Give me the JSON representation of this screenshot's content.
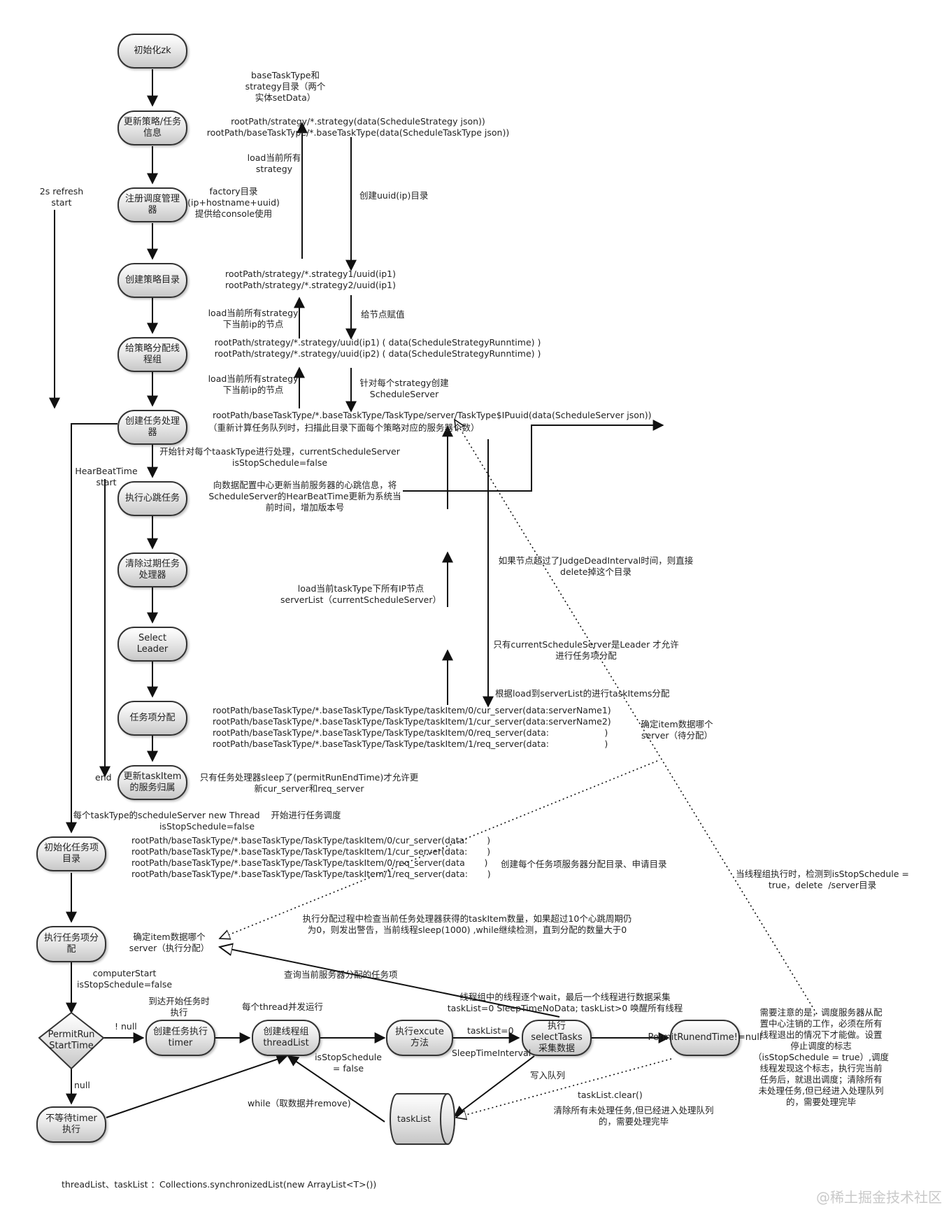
{
  "nodes": {
    "init_zk": "初始化zk",
    "update_strategy": "更新策略/任务信息",
    "register_manager": "注册调度管理器",
    "create_strategy_dir": "创建策略目录",
    "assign_thread_group": "给策略分配线程组",
    "create_task_processor": "创建任务处理器",
    "heartbeat": "执行心跳任务",
    "clear_expired": "清除过期任务处理器",
    "select_leader": "Select Leader",
    "task_item_assign": "任务项分配",
    "update_task_item": "更新taskItem的服务归属",
    "init_task_item_dir": "初始化任务项目录",
    "exec_task_item_assign": "执行任务项分配",
    "permit_run_start": "PermitRun StartTime",
    "create_task_timer": "创建任务执行timer",
    "create_thread_group": "创建线程组 threadList",
    "exec_method": "执行excute方法",
    "exec_select_tasks": "执行 selectTasks 采集数据",
    "permit_run_end": "PermitRunendTime!=null",
    "no_wait_timer": "不等待timer执行",
    "task_list": "taskList"
  },
  "labels": {
    "refresh_2s": "2s refresh\nstart",
    "base_task_type_note": "baseTaskType和\nstrategy目录（两个\n实体setData）",
    "strategy_paths": "rootPath/strategy/*.strategy(data(ScheduleStrategy json))\nrootPath/baseTaskType/*.baseTaskType(data(ScheduleTaskType json))",
    "load_all_strategy": "load当前所有\nstrategy",
    "create_uuid_dir": "创建uuid(ip)目录",
    "factory_dir": "factory目录\n(ip+hostname+uuid)\n提供给console使用",
    "uuid_paths": "rootPath/strategy/*.strategy1/uuid(ip1)\nrootPath/strategy/*.strategy2/uuid(ip1)",
    "load_ip_nodes_1": "load当前所有strategy\n下当前ip的节点",
    "assign_node_value": "给节点赋值",
    "runntime_paths": "rootPath/strategy/*.strategy/uuid(ip1) ( data(ScheduleStrategyRunntime) )\nrootPath/strategy/*.strategy/uuid(ip2) ( data(ScheduleStrategyRunntime) )",
    "load_ip_nodes_2": "load当前所有strategy\n下当前ip的节点",
    "create_schedule_server": "针对每个strategy创建\nScheduleServer",
    "server_path": "rootPath/baseTaskType/*.baseTaskType/TaskType/server/TaskType$IPuuid(data(ScheduleServer json))",
    "recount_note": "（重新计算任务队列时，扫描此目录下面每个策略对应的服务器个数）",
    "start_each_type": "开始针对每个taaskType进行处理，currentScheduleServer\nisStopSchedule=false",
    "heartbeat_start": "HearBeatTime\nstart",
    "heartbeat_note": "向数据配置中心更新当前服务器的心跳信息，将\nScheduleServer的HearBeatTime更新为系统当\n前时间，增加版本号",
    "judge_dead": "如果节点超过了JudgeDeadInterval时间，则直接\ndelete掉这个目录",
    "load_ip_list": "load当前taskType下所有IP节点\nserverList（currentScheduleServer）",
    "only_leader": "只有currentScheduleServer是Leader 才允许\n进行任务项分配",
    "assign_by_server_list": "根据load到serverList的进行taskItems分配",
    "task_item_paths": "rootPath/baseTaskType/*.baseTaskType/TaskType/taskItem/0/cur_server(data:serverName1)\nrootPath/baseTaskType/*.baseTaskType/TaskType/taskItem/1/cur_server(data:serverName2)\nrootPath/baseTaskType/*.baseTaskType/TaskType/taskItem/0/req_server(data:                    )\nrootPath/baseTaskType/*.baseTaskType/TaskType/taskItem/1/req_server(data:                    )",
    "confirm_pending": "确定item数据哪个\nserver（待分配）",
    "end": "end",
    "only_sleep_note": "只有任务处理器sleep了(permitRunEndTime)才允许更\n新cur_server和req_server",
    "each_tasktype_thread": "每个taskType的scheduleServer new Thread    开始进行任务调度\nisStopSchedule=false",
    "init_item_paths": "rootPath/baseTaskType/*.baseTaskType/TaskType/taskItem/0/cur_server(data:       )\nrootPath/baseTaskType/*.baseTaskType/TaskType/taskItem/1/cur_server(data:       )\nrootPath/baseTaskType/*.baseTaskType/TaskType/taskItem/0/req_server(data       )\nrootPath/baseTaskType/*.baseTaskType/TaskType/taskItem/1/req_server(data:       )",
    "create_dirs_note": "创建每个任务项服务器分配目录、申请目录",
    "stop_schedule_note": "当线程组执行时，检测到isStopSchedule =\ntrue，delete  /server目录",
    "check_count_note": "执行分配过程中检查当前任务处理器获得的taskItem数量，如果超过10个心跳周期仍\n为0，则发出警告，当前线程sleep(1000) ,while继续检测，直到分配的数量大于0",
    "confirm_exec": "确定item数据哪个\nserver（执行分配）",
    "query_items": "查询当前服务器分配的任务项",
    "computer_start": "computerStart\nisStopSchedule=false",
    "reach_start": "到达开始任务时\n执行",
    "each_thread_concurrent": "每个thread并发运行",
    "wait_note": "线程组中的线程逐个wait，最后一个线程进行数据采集\ntaskList=0 SleepTimeNoData; taskList>0 唤醒所有线程",
    "not_null": "! null",
    "task_list_zero": "taskList=0",
    "sleep_time_interval": "SleepTimeInterval",
    "is_stop_false": "isStopSchedule\n= false",
    "null": "null",
    "write_queue": "写入队列",
    "task_list_clear": "taskList.clear()",
    "clear_unprocessed": "清除所有未处理任务,但已经进入处理队列\n的，需要处理完毕",
    "while_remove": "while（取数据并remove)",
    "stop_caution": "需要注意的是，调度服务器从配\n置中心注销的工作，必须在所有\n线程退出的情况下才能做。设置\n停止调度的标志\n（isStopSchedule = true）,调度\n线程发现这个标志，执行完当前\n任务后，就退出调度；清除所有\n未处理任务,但已经进入处理队列\n的，需要处理完毕",
    "thread_list_note": "threadList、taskList   ：Collections.synchronizedList(new ArrayList<T>())",
    "watermark": "@稀土掘金技术社区"
  }
}
